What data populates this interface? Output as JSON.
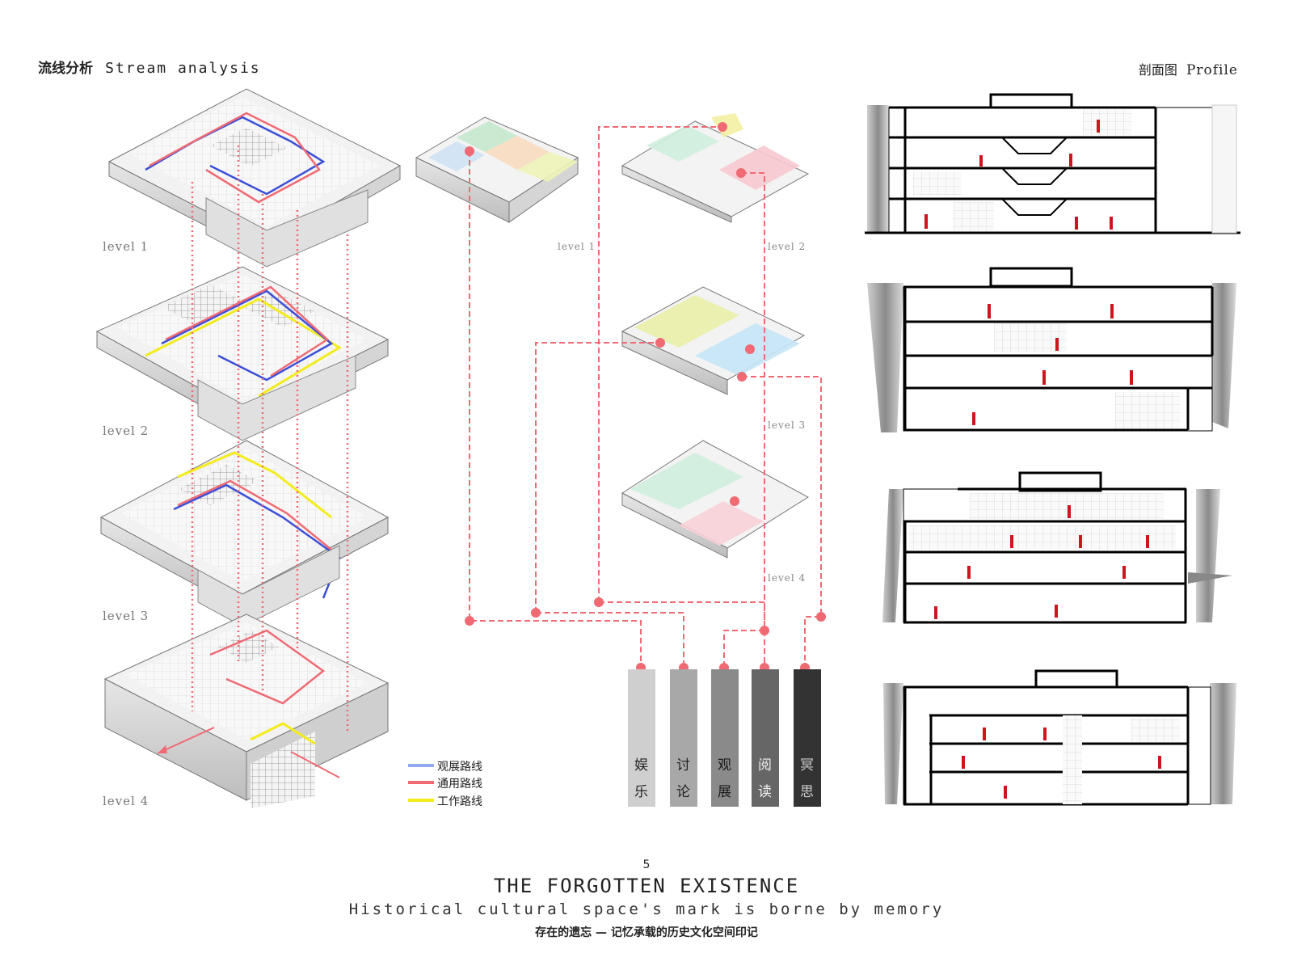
{
  "header": {
    "left_cn": "流线分析",
    "left_en": "Stream analysis",
    "right_cn": "剖面图",
    "right_en": "Profile"
  },
  "levels": [
    "level 1",
    "level 2",
    "level 3",
    "level 4"
  ],
  "legend": [
    {
      "label": "观展路线",
      "color": "#93a8ee"
    },
    {
      "label": "通用路线",
      "color": "#f06a73"
    },
    {
      "label": "工作路线",
      "color": "#f4ec1a"
    }
  ],
  "functions": [
    {
      "chars": [
        "娱",
        "乐"
      ],
      "color": "#cfcfcf"
    },
    {
      "chars": [
        "讨",
        "论"
      ],
      "color": "#a8a8a8"
    },
    {
      "chars": [
        "观",
        "展"
      ],
      "color": "#8a8a8a"
    },
    {
      "chars": [
        "阅",
        "读"
      ],
      "color": "#666666"
    },
    {
      "chars": [
        "冥",
        "思"
      ],
      "color": "#333333"
    }
  ],
  "footer": {
    "page_number": "5",
    "title": "THE FORGOTTEN EXISTENCE",
    "subtitle": "Historical cultural space's mark is borne by memory",
    "caption_cn": "存在的遗忘 — 记忆承载的历史文化空间印记"
  },
  "colors": {
    "flow_red": "#f06a73",
    "flow_blue": "#3b4fd8",
    "flow_yellow": "#f4ec1a"
  }
}
